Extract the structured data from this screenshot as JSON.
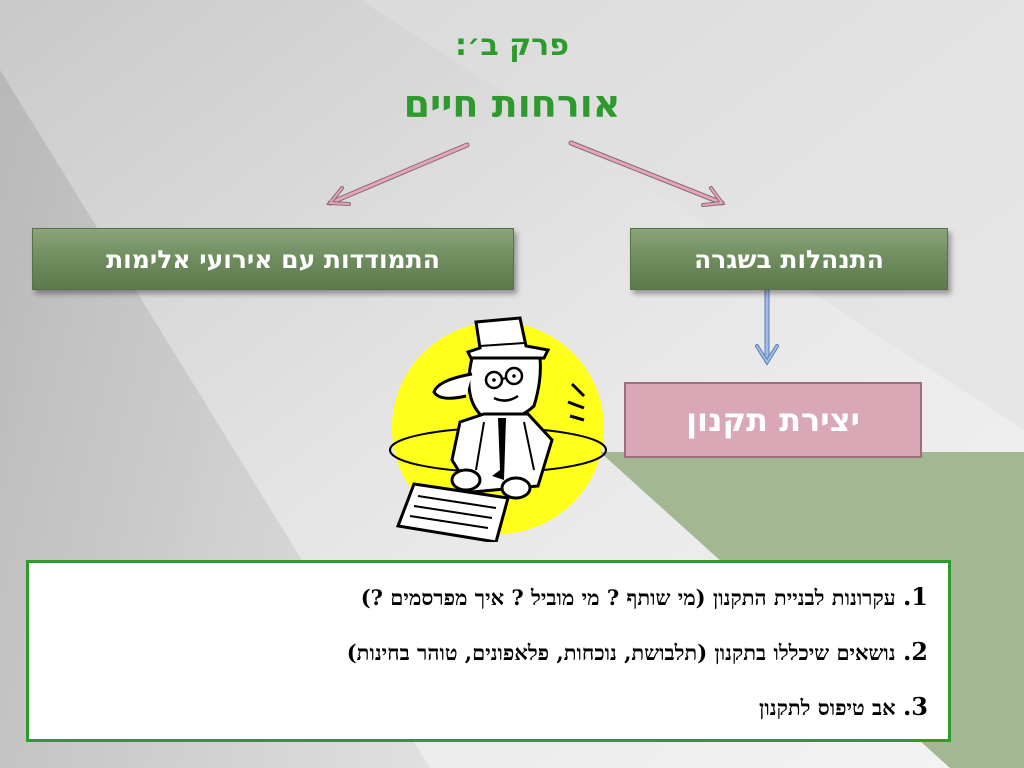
{
  "slide": {
    "title_line1": "פרק ב׳:",
    "title_line2": "אורחות חיים"
  },
  "boxes": {
    "left": "התמודדות עם אירועי אלימות",
    "right": "התנהלות בשגרה",
    "sub": "יצירת תקנון"
  },
  "list": [
    {
      "num": "1.",
      "text": "עקרונות לבניית התקנון (מי שותף ? מי מוביל ? איך מפרסמים ?)"
    },
    {
      "num": "2.",
      "text": "נושאים שיכללו בתקנון (תלבושת, נוכחות, פלאפונים, טוהר בחינות)"
    },
    {
      "num": "3.",
      "text": "אב טיפוס לתקנון"
    }
  ],
  "colors": {
    "title": "#2e9a2e",
    "box_green": "#6c8a5c",
    "box_pink": "#d9a7b6",
    "arrow_pink": "#d98aa6",
    "arrow_blue": "#7f9fd0",
    "border_green": "#2c9c2c"
  },
  "icons": {
    "illustration": "writer-with-paper-icon"
  }
}
